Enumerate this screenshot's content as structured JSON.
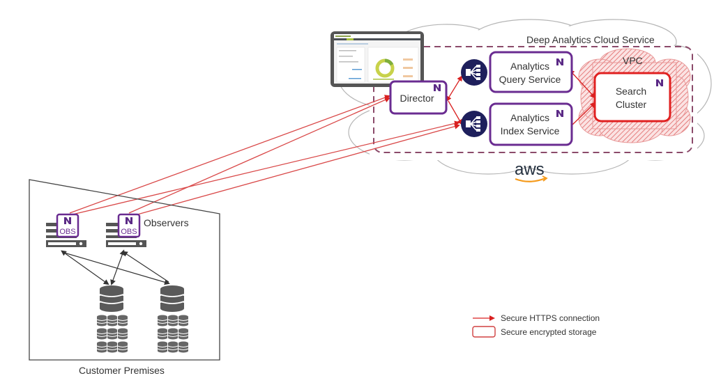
{
  "title": "Deep Analytics Cloud Service architecture",
  "colors": {
    "accent_purple": "#6a2c91",
    "secure_red": "#e02020",
    "link_red": "#d94040",
    "dashed_border": "#8b4a6a",
    "navy": "#1e1f5c",
    "dark_gray": "#555555",
    "aws_orange": "#f59a1b"
  },
  "cloud": {
    "service_label": "Deep Analytics Cloud Service",
    "vpc_label": "VPC",
    "provider_logo": "aws"
  },
  "nodes": {
    "director": {
      "label": "Director",
      "icon": "extrahop-logo-icon"
    },
    "query_service": {
      "line1": "Analytics",
      "line2": "Query Service",
      "icon": "extrahop-logo-icon"
    },
    "index_service": {
      "line1": "Analytics",
      "line2": "Index Service",
      "icon": "extrahop-logo-icon"
    },
    "search_cluster": {
      "line1": "Search",
      "line2": "Cluster",
      "icon": "extrahop-logo-icon"
    },
    "load_balancer_icon": "load-balancer-icon",
    "dashboard_thumbnail": "dashboard-screenshot"
  },
  "premises": {
    "label": "Customer Premises",
    "observers_label": "Observers",
    "observer_badge": "OBS",
    "observer_count": 2,
    "datastore_groups": 2
  },
  "legend": {
    "items": [
      {
        "icon": "red-arrow-icon",
        "label": "Secure HTTPS connection"
      },
      {
        "icon": "red-rounded-box-icon",
        "label": "Secure encrypted storage"
      }
    ]
  }
}
